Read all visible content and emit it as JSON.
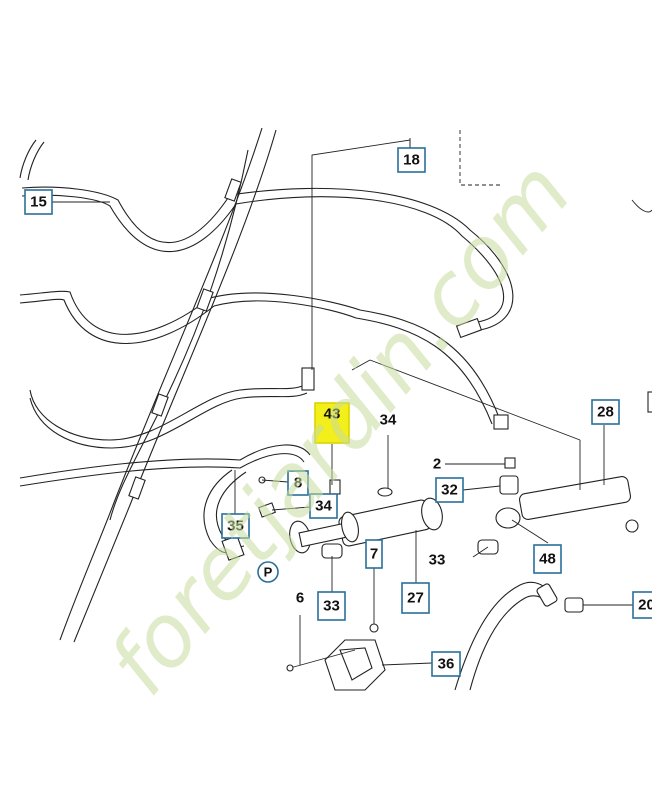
{
  "diagram": {
    "labels": {
      "l15": "15",
      "l18": "18",
      "l43": "43",
      "l34a": "34",
      "l2": "2",
      "l32": "32",
      "l28": "28",
      "l8": "8",
      "l34b": "34",
      "l35": "35",
      "l7": "7",
      "l33a": "33",
      "l27": "27",
      "l48": "48",
      "lP": "P",
      "l6": "6",
      "l33b": "33",
      "l20": "20",
      "l36": "36"
    },
    "highlight_color": "#f3ef1a",
    "box_color": "#2a6f9b"
  },
  "watermark": {
    "text": "foretjardin.com",
    "color": "#c8dca0"
  }
}
